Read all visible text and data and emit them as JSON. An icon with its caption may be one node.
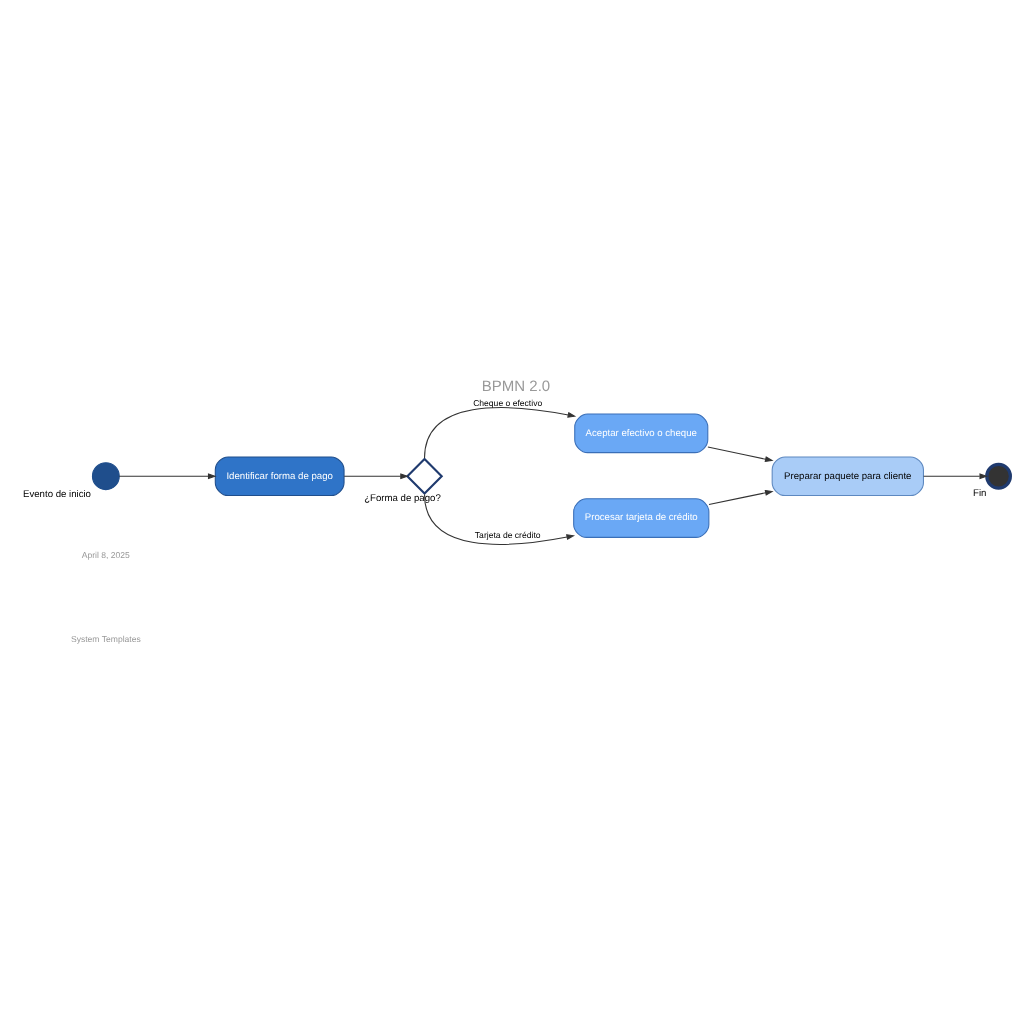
{
  "diagram": {
    "title": "BPMN 2.0",
    "nodes": [
      {
        "text": [],
        "shape": "circle",
        "beside": [
          "Evento de inicio"
        ]
      },
      {
        "text": [
          "Identificar forma de pago"
        ]
      },
      {
        "text": [],
        "shape": "diamond",
        "beside": [
          "¿Forma de pago?"
        ]
      },
      {
        "text": [
          "Aceptar efectivo o cheque"
        ]
      },
      {
        "text": [
          "Procesar tarjeta de crédito"
        ]
      },
      {
        "text": [
          "Preparar paquete para cliente"
        ]
      },
      {
        "text": [],
        "shape": "circle",
        "beside": [
          "Fin"
        ]
      }
    ],
    "edges": [
      {
        "from": 0,
        "to": 1,
        "arrow": "to"
      },
      {
        "from": 1,
        "to": 2,
        "arrow": "to"
      },
      {
        "from": 2,
        "to": 3,
        "arrow": "to",
        "label": "Cheque o efectivo"
      },
      {
        "from": 2,
        "to": 4,
        "arrow": "to",
        "label": "Tarjeta de crédito"
      },
      {
        "from": 3,
        "to": 5,
        "arrow": "to"
      },
      {
        "from": 4,
        "to": 5,
        "arrow": "to"
      },
      {
        "from": 5,
        "to": 6,
        "arrow": "to"
      }
    ],
    "labels": [
      "System Templates",
      "April 8, 2025"
    ]
  }
}
